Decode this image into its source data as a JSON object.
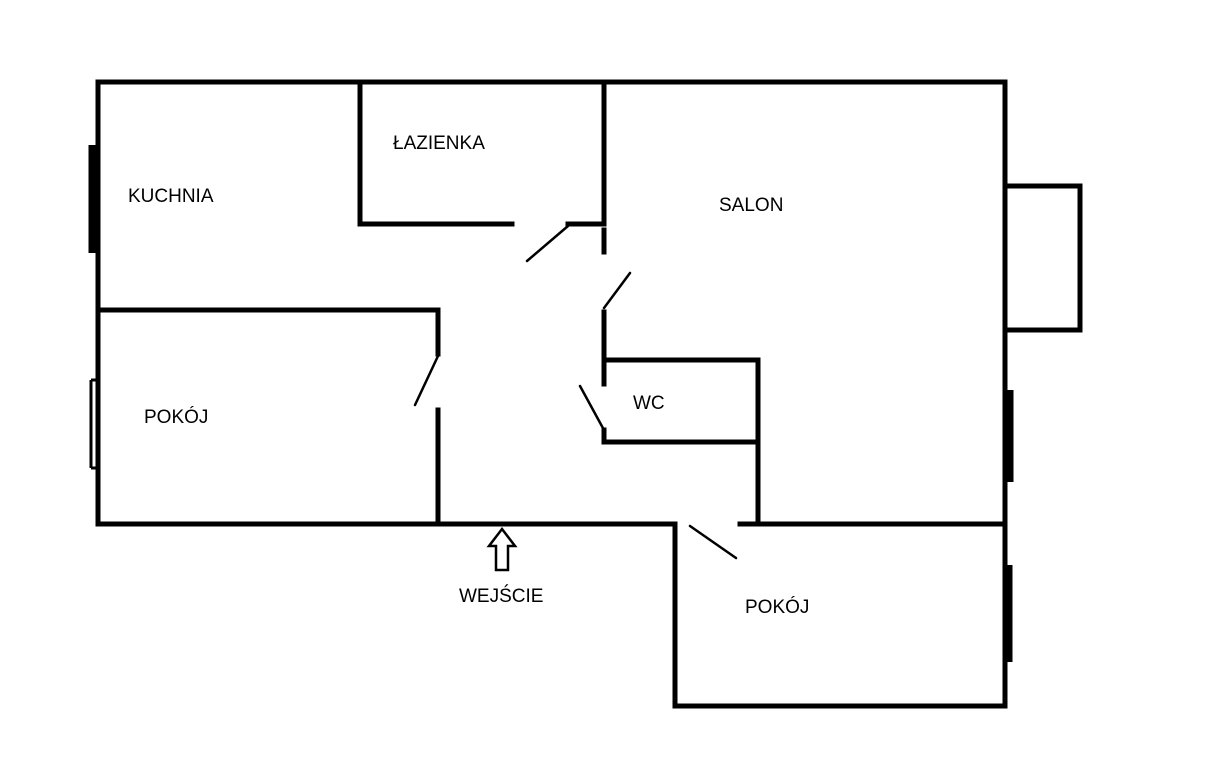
{
  "rooms": {
    "kitchen": "KUCHNIA",
    "bathroom": "ŁAZIENKA",
    "living_room": "SALON",
    "room_left": "POKÓJ",
    "wc": "WC",
    "room_bottom": "POKÓJ"
  },
  "entrance": {
    "label": "WEJŚCIE",
    "icon": "up-arrow-icon"
  },
  "colors": {
    "wall": "#000000",
    "background": "#ffffff"
  }
}
